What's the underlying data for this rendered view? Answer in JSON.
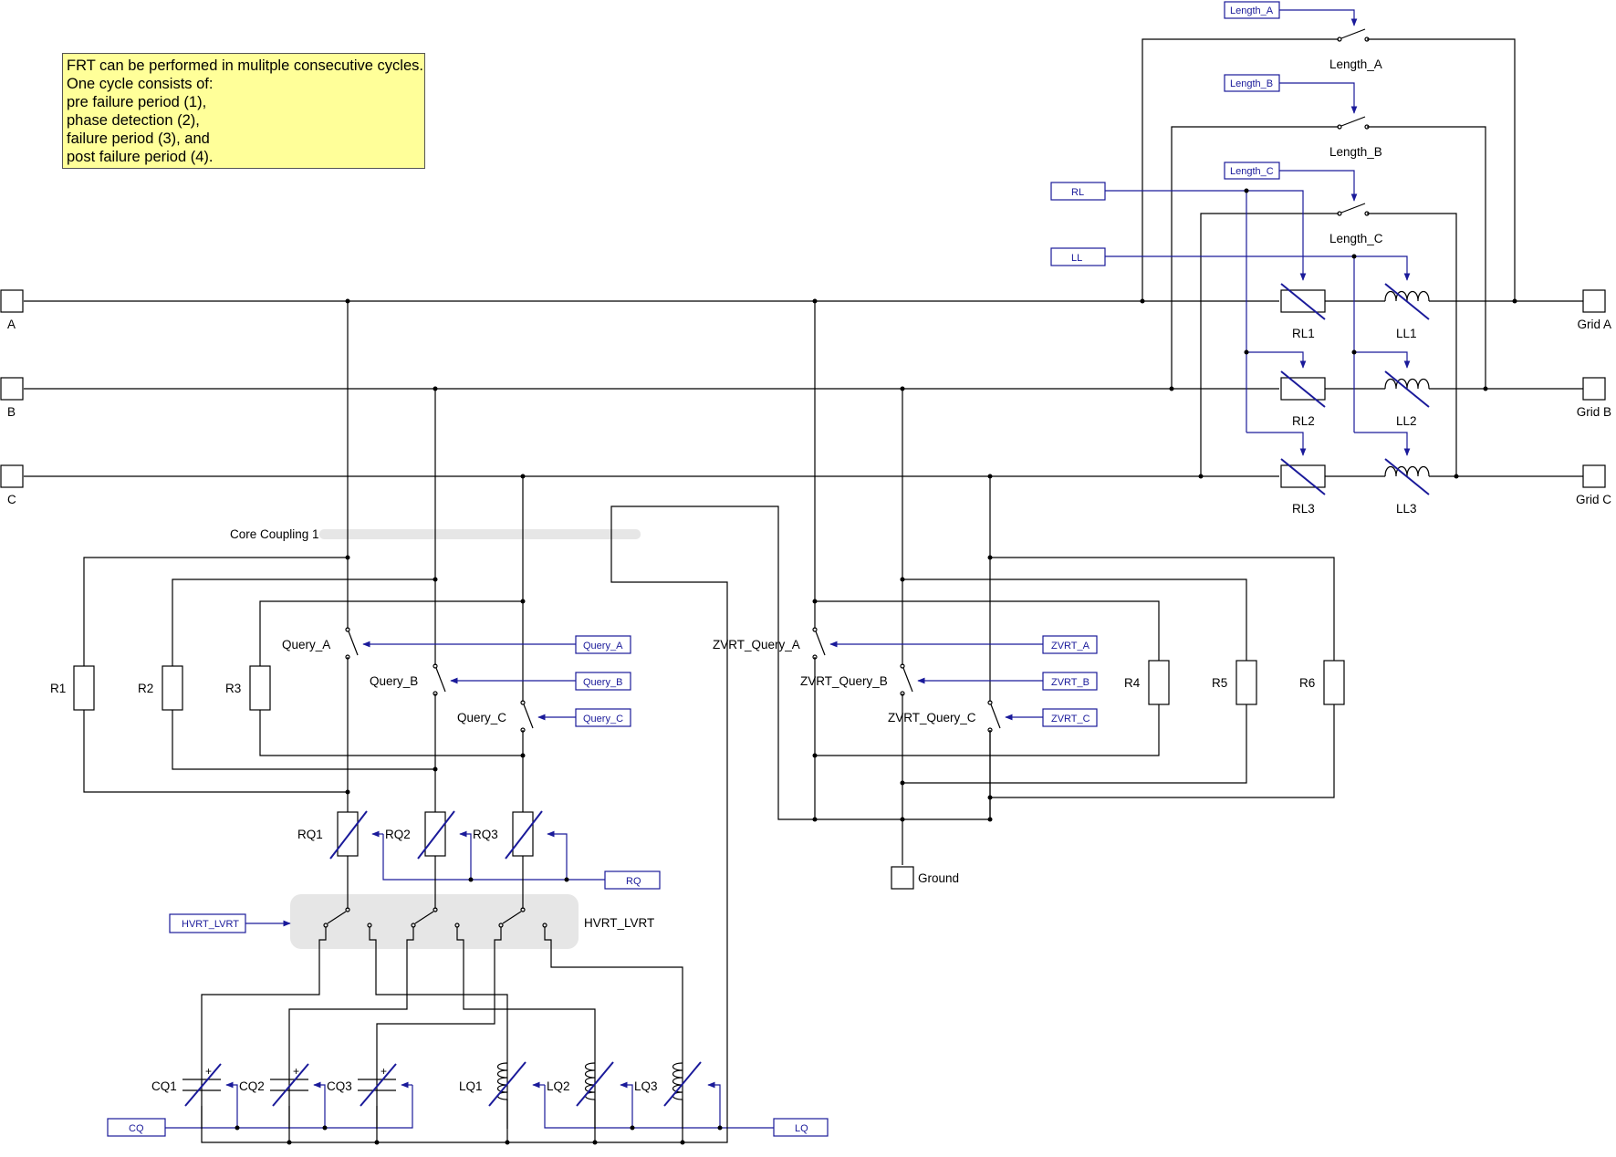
{
  "note": {
    "lines": [
      "FRT can be performed in mulitple consecutive cycles.",
      "One cycle consists of:",
      "pre failure period (1),",
      "phase detection (2),",
      "failure period (3), and",
      "post failure period (4)."
    ]
  },
  "ports": {
    "a": "A",
    "b": "B",
    "c": "C",
    "grid_a": "Grid A",
    "grid_b": "Grid B",
    "grid_c": "Grid C",
    "ground": "Ground"
  },
  "tags": {
    "length_a": "Length_A",
    "length_b": "Length_B",
    "length_c": "Length_C",
    "rl": "RL",
    "ll": "LL",
    "query_a": "Query_A",
    "query_b": "Query_B",
    "query_c": "Query_C",
    "zvrt_a": "ZVRT_A",
    "zvrt_b": "ZVRT_B",
    "zvrt_c": "ZVRT_C",
    "rq": "RQ",
    "hvrt_lvrt": "HVRT_LVRT",
    "cq": "CQ",
    "lq": "LQ"
  },
  "labels": {
    "length_a": "Length_A",
    "length_b": "Length_B",
    "length_c": "Length_C",
    "rl1": "RL1",
    "rl2": "RL2",
    "rl3": "RL3",
    "ll1": "LL1",
    "ll2": "LL2",
    "ll3": "LL3",
    "core_coupling": "Core Coupling 1",
    "r1": "R1",
    "r2": "R2",
    "r3": "R3",
    "r4": "R4",
    "r5": "R5",
    "r6": "R6",
    "query_a": "Query_A",
    "query_b": "Query_B",
    "query_c": "Query_C",
    "zvrt_query_a": "ZVRT_Query_A",
    "zvrt_query_b": "ZVRT_Query_B",
    "zvrt_query_c": "ZVRT_Query_C",
    "rq1": "RQ1",
    "rq2": "RQ2",
    "rq3": "RQ3",
    "hvrt_lvrt": "HVRT_LVRT",
    "cq1": "CQ1",
    "cq2": "CQ2",
    "cq3": "CQ3",
    "lq1": "LQ1",
    "lq2": "LQ2",
    "lq3": "LQ3"
  },
  "colors": {
    "wire": "#000000",
    "signal": "#1a1a9a",
    "note_bg": "#ffff99",
    "core_bar": "#e6e6e6"
  }
}
